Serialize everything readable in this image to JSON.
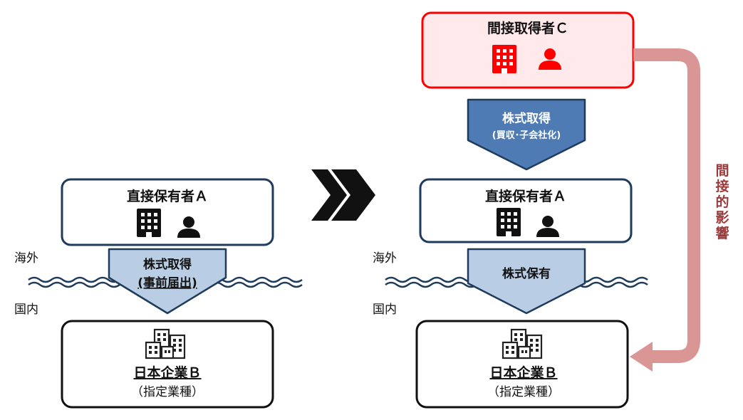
{
  "left": {
    "holder_title": "直接保有者Ａ",
    "abroad_label": "海外",
    "domestic_label": "国内",
    "arrow_line1": "株式取得",
    "arrow_line2": "(事前届出)",
    "company_title": "日本企業Ｂ",
    "company_sub": "（指定業種）"
  },
  "right": {
    "acquirer_title": "間接取得者Ｃ",
    "acq_arrow_line1": "株式取得",
    "acq_arrow_line2": "(買収･子会社化)",
    "holder_title": "直接保有者Ａ",
    "abroad_label": "海外",
    "domestic_label": "国内",
    "hold_arrow_label": "株式保有",
    "company_title": "日本企業Ｂ",
    "company_sub": "（指定業種）"
  },
  "side_label": [
    "間",
    "接",
    "的",
    "影",
    "響"
  ],
  "colors": {
    "navy": "#1f3b5c",
    "light_blue_fill": "#b9cde4",
    "blue_fill": "#4f7bb5",
    "red": "#ff0000",
    "pink_fill": "#ffe9ea",
    "influence_arrow": "#d99694",
    "side_text": "#9b3a3a"
  },
  "icons": [
    "building-icon",
    "person-icon",
    "office-buildings-icon",
    "chevron-right-icon"
  ]
}
